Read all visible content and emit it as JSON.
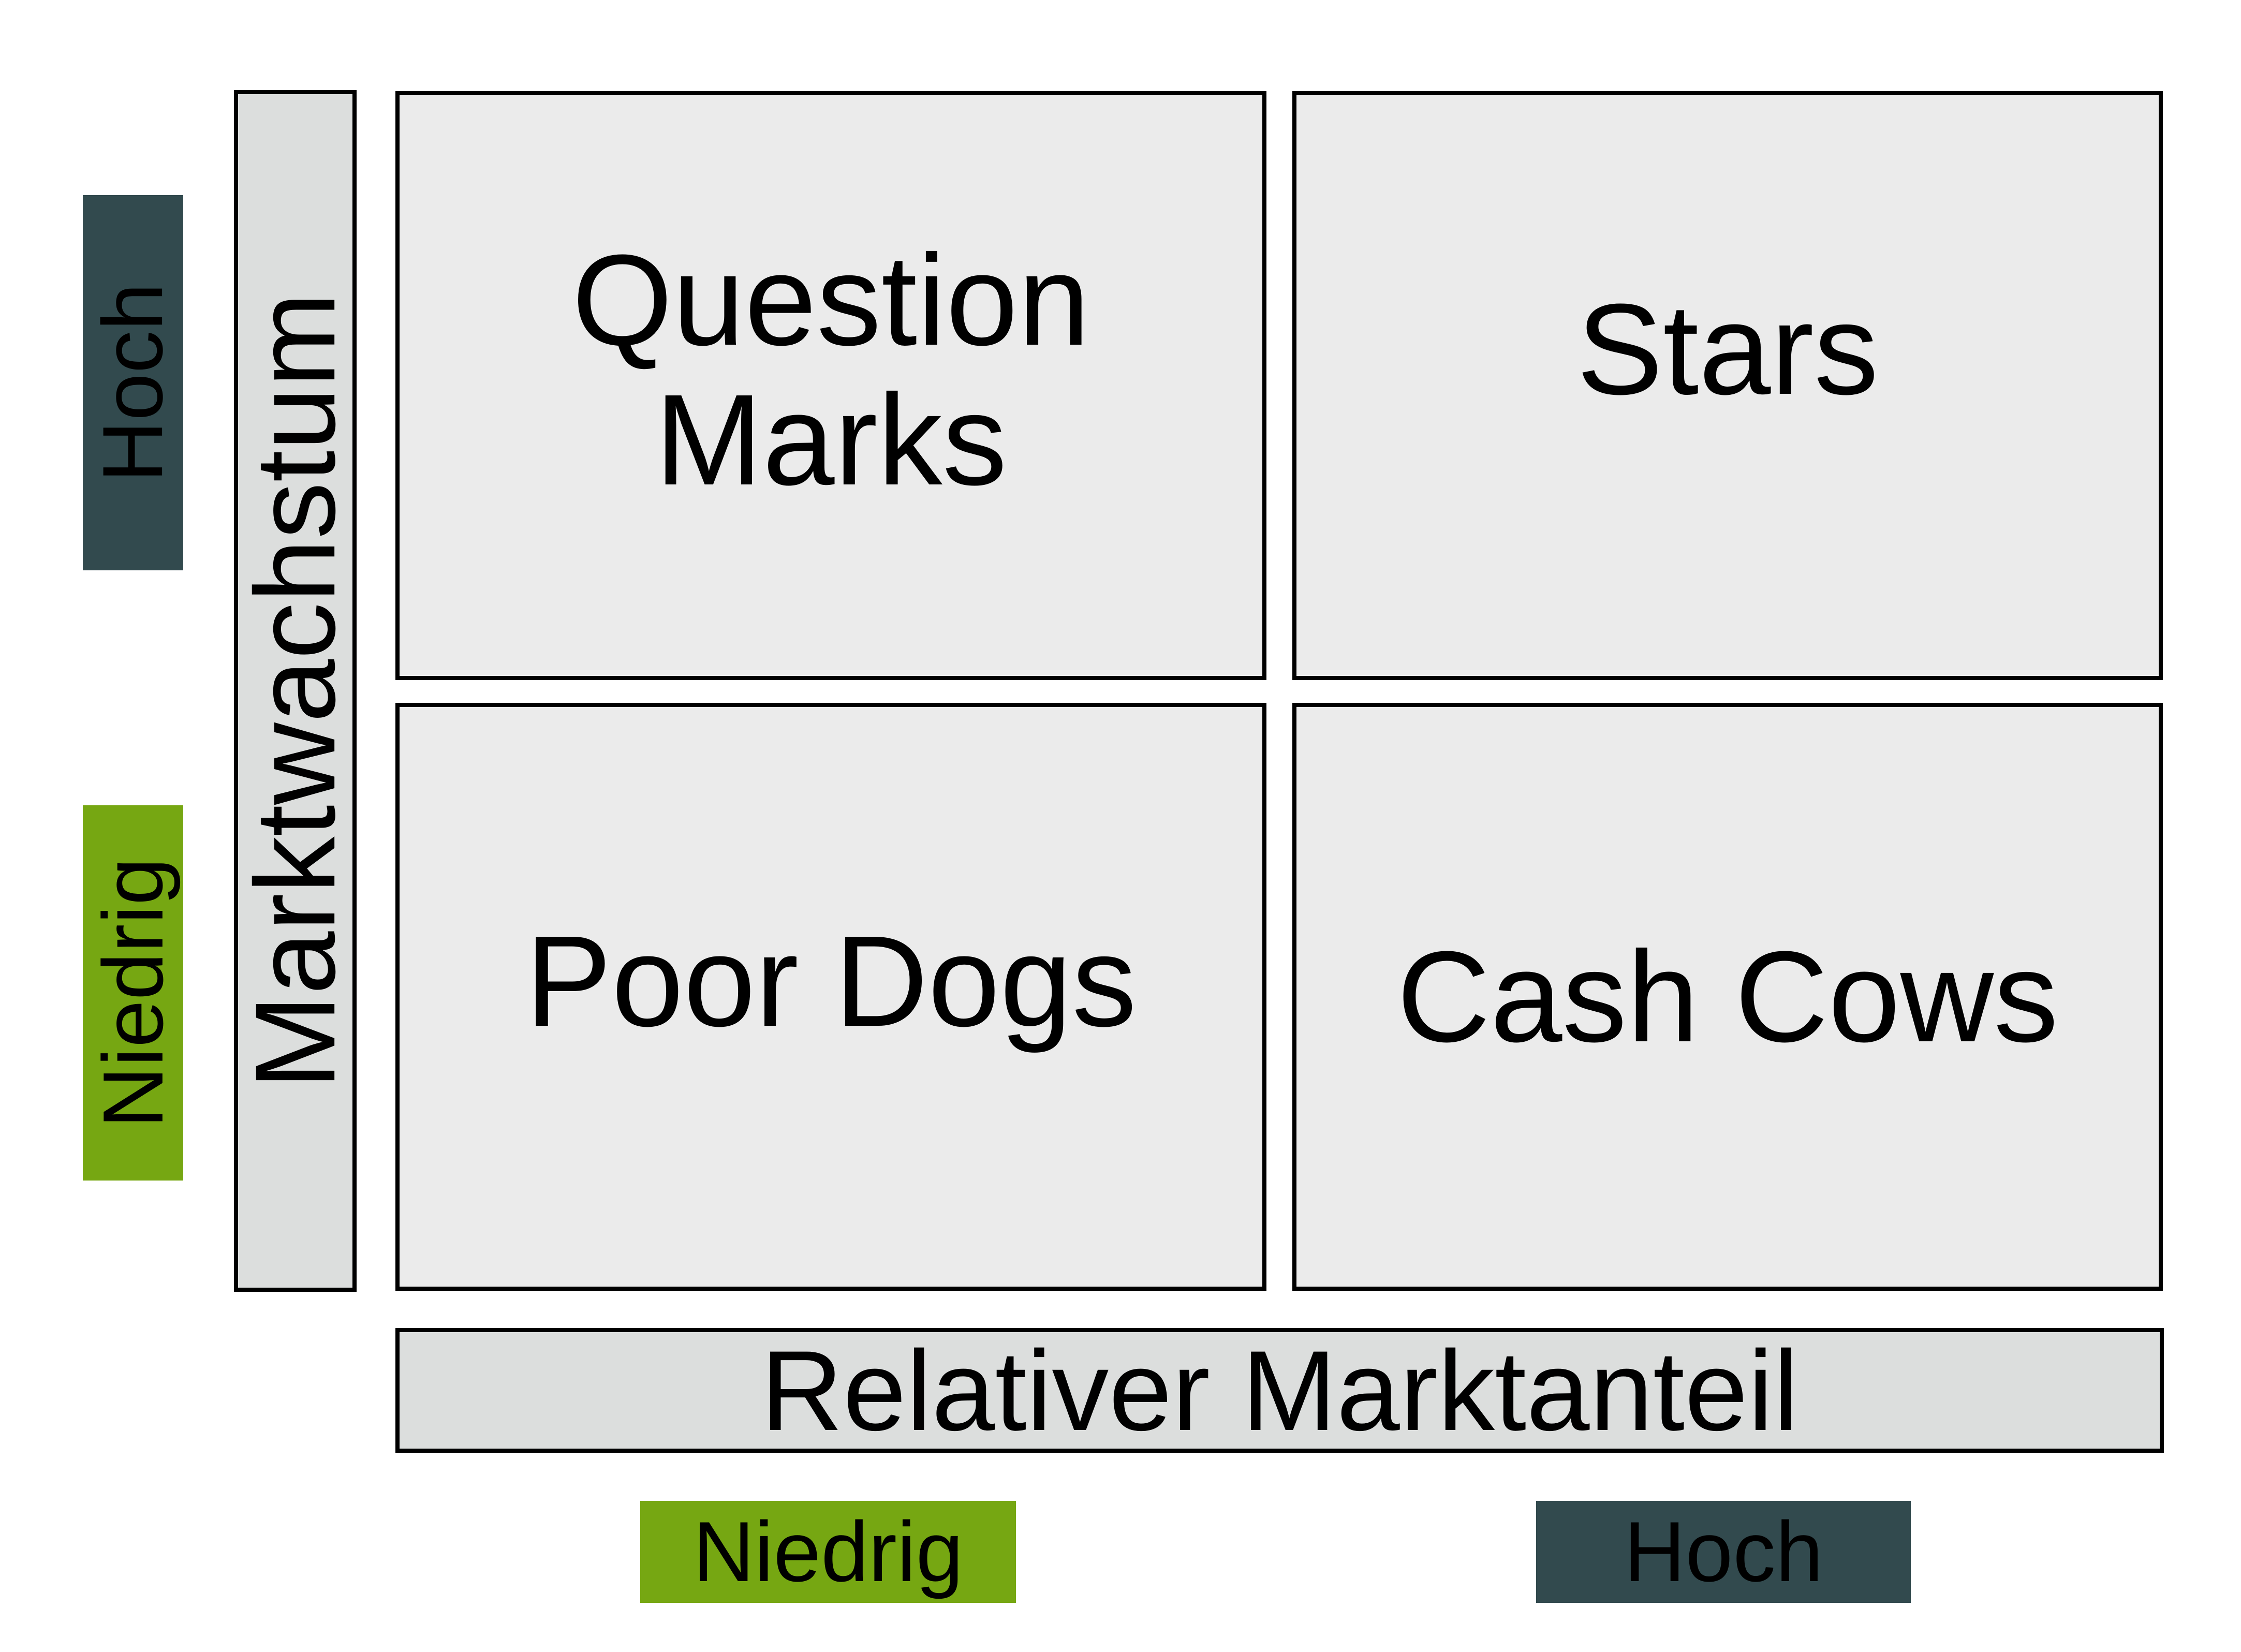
{
  "colors": {
    "quadrant_fill": "#ebebeb",
    "axis_fill": "#dcdedd",
    "low_tag": "#76a712",
    "high_tag": "#324a4e",
    "border": "#000000"
  },
  "quadrants": {
    "question_marks": "Question\nMarks",
    "stars": "Stars",
    "poor_dogs": "Poor Dogs",
    "cash_cows": "Cash Cows"
  },
  "axes": {
    "y_label": "Marktwachstum",
    "x_label": "Relativer Marktanteil"
  },
  "levels": {
    "y_high": "Hoch",
    "y_low": "Niedrig",
    "x_low": "Niedrig",
    "x_high": "Hoch"
  }
}
